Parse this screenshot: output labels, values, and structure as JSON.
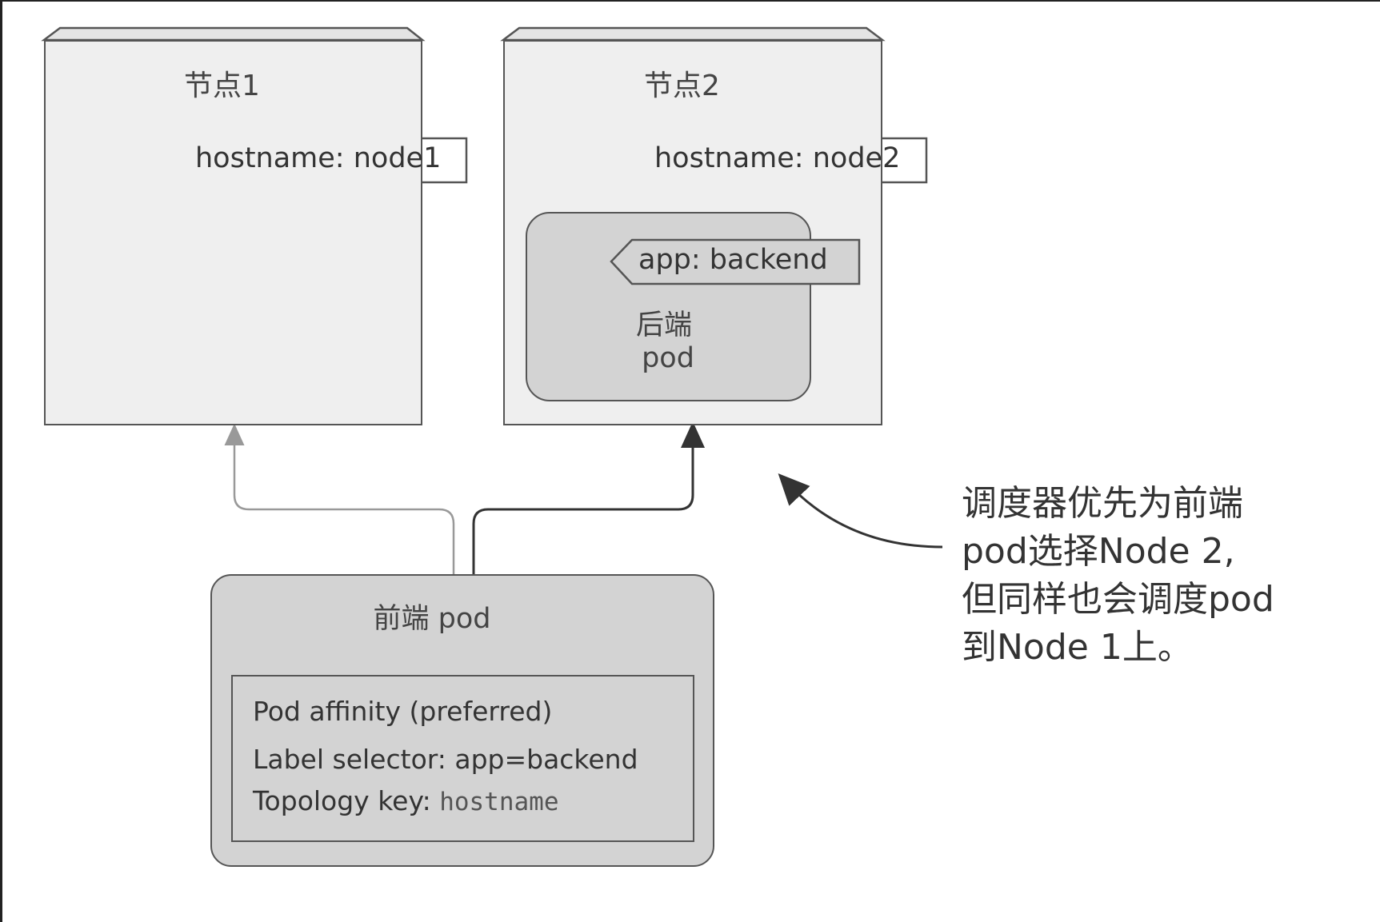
{
  "nodes": [
    {
      "title": "节点1",
      "label": "hostname: node1"
    },
    {
      "title": "节点2",
      "label": "hostname: node2"
    }
  ],
  "backend_pod": {
    "label": "app: backend",
    "line1": "后端",
    "line2": "pod"
  },
  "frontend_pod": {
    "title": "前端 pod",
    "affinity_title": "Pod affinity (preferred)",
    "label_selector": "Label selector: app=backend",
    "topology_key_label": "Topology key: ",
    "topology_key_value": "hostname"
  },
  "annotation": {
    "lines": [
      "调度器优先为前端",
      "pod选择Node 2,",
      "但同样也会调度pod",
      "到Node 1上。"
    ]
  },
  "colors": {
    "node_fill": "#efefef",
    "pod_fill": "#d3d3d3",
    "stroke": "#555555",
    "arrow_light": "#999999",
    "arrow_dark": "#333333"
  },
  "icons": [
    "node-box-3d",
    "label-tag",
    "arrow-up"
  ]
}
